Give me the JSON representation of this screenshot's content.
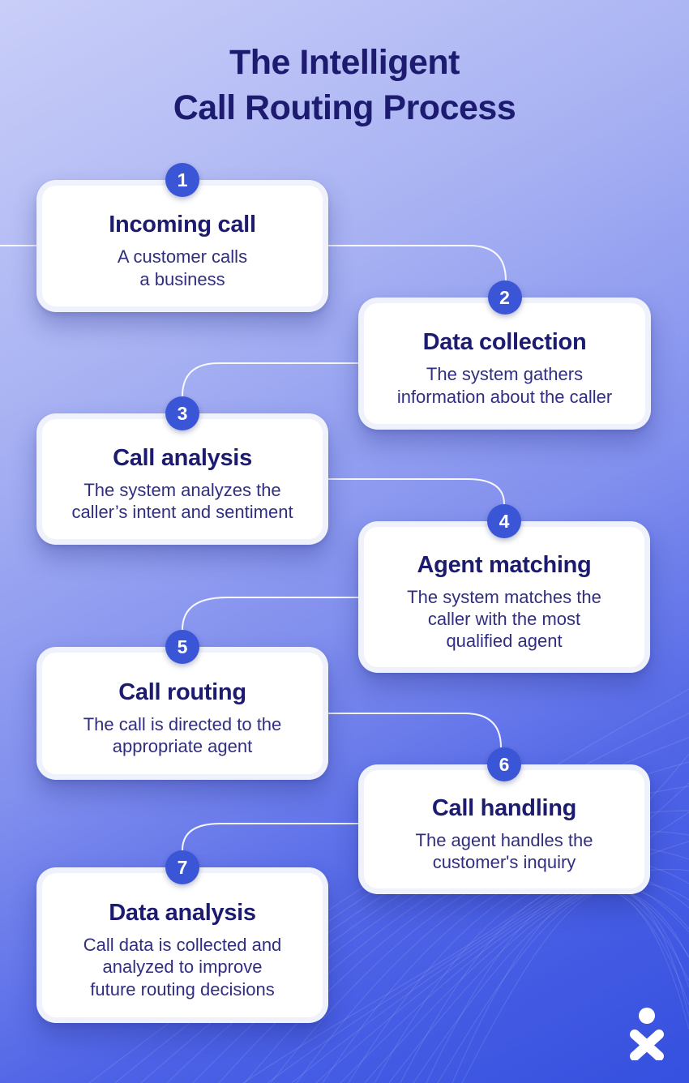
{
  "title": "The Intelligent\nCall Routing Process",
  "steps": [
    {
      "number": "1",
      "title": "Incoming call",
      "body": "A customer calls\na business"
    },
    {
      "number": "2",
      "title": "Data collection",
      "body": "The system gathers\ninformation about the caller"
    },
    {
      "number": "3",
      "title": "Call analysis",
      "body": "The system analyzes the\ncaller’s intent and sentiment"
    },
    {
      "number": "4",
      "title": "Agent matching",
      "body": "The system matches the\ncaller with the most\nqualified agent"
    },
    {
      "number": "5",
      "title": "Call routing",
      "body": "The call is directed to the\nappropriate agent"
    },
    {
      "number": "6",
      "title": "Call handling",
      "body": "The agent handles the\ncustomer's inquiry"
    },
    {
      "number": "7",
      "title": "Data analysis",
      "body": "Call data is collected and\nanalyzed to improve\nfuture routing decisions"
    }
  ],
  "logo": {
    "icon": "nextiva-x-person-mark"
  },
  "colors": {
    "bg-top": "#c9cef8",
    "bg-mid": "#8290ee",
    "bg-bottom": "#3550df",
    "card": "#ffffff",
    "badge": "#3a55d6",
    "heading": "#1d1b70",
    "body": "#312e80",
    "connector": "#ffffff"
  }
}
